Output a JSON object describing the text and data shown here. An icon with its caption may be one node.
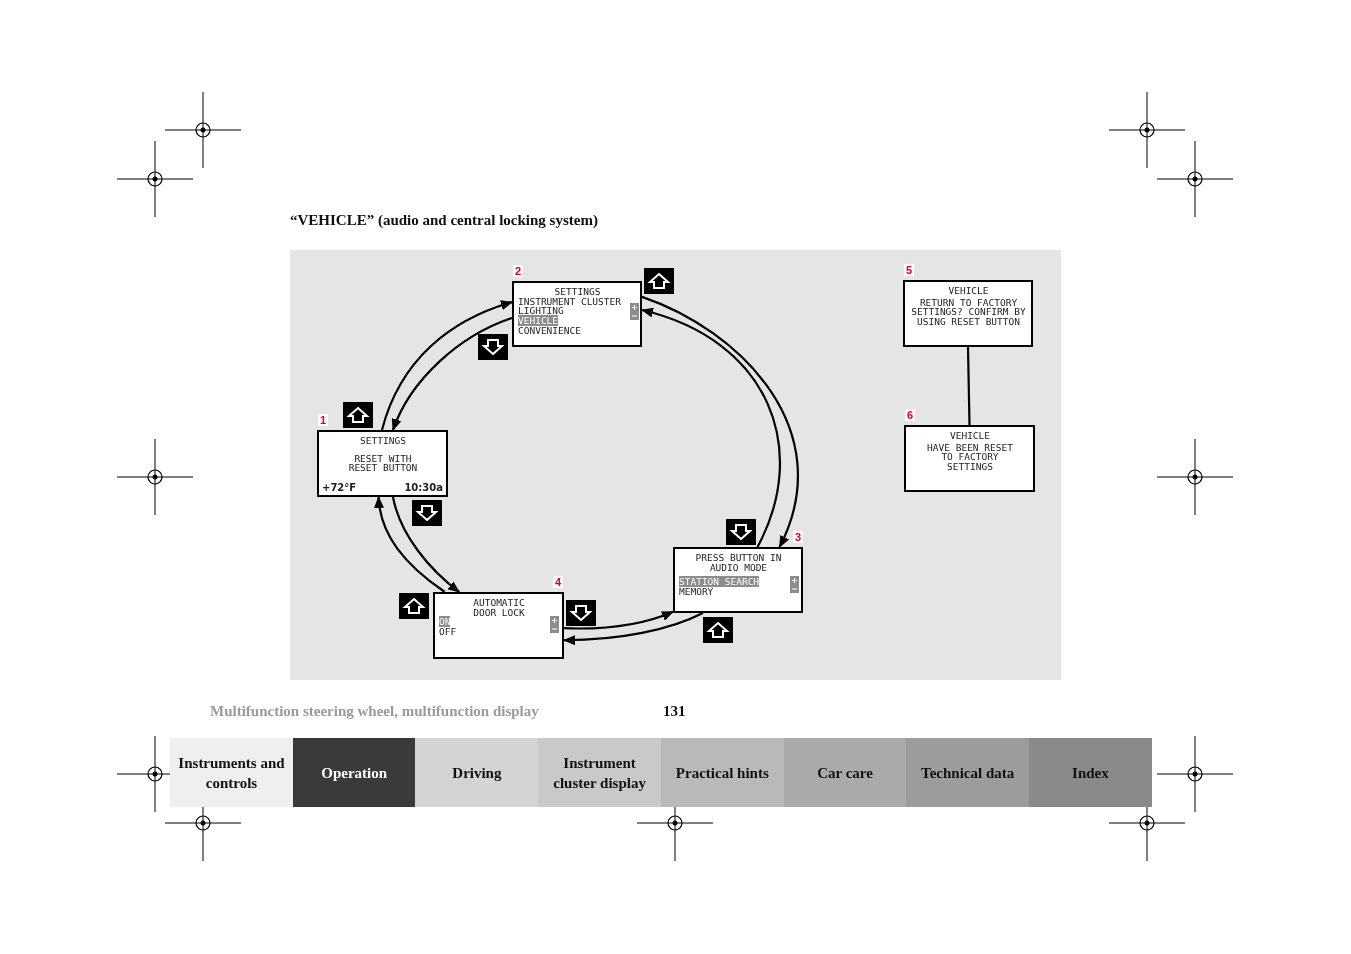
{
  "diagram": {
    "title": "“VEHICLE” (audio and central locking system)",
    "nodes": [
      {
        "text": [
          "SETTINGS",
          "RESET WITH RESET BUTTON",
          "+72°F",
          "10:30a"
        ],
        "beside": [
          "1"
        ]
      },
      {
        "text": [
          "SETTINGS",
          "INSTRUMENT CLUSTER",
          "LIGHTING",
          "VEHICLE",
          "CONVENIENCE"
        ],
        "beside": [
          "2"
        ]
      },
      {
        "text": [
          "PRESS BUTTON IN AUDIO MODE",
          "STATION SEARCH",
          "MEMORY"
        ],
        "beside": [
          "3"
        ]
      },
      {
        "text": [
          "AUTOMATIC DOOR LOCK",
          "ON",
          "OFF"
        ],
        "beside": [
          "4"
        ]
      },
      {
        "text": [
          "VEHICLE",
          "RETURN TO FACTORY SETTINGS? CONFIRM BY USING RESET BUTTON"
        ],
        "beside": [
          "5"
        ]
      },
      {
        "text": [
          "VEHICLE",
          "HAVE BEEN RESET TO FACTORY SETTINGS"
        ],
        "beside": [
          "6"
        ]
      }
    ],
    "edges": [
      {
        "from": 0,
        "to": 1,
        "arrow": "to"
      },
      {
        "from": 1,
        "to": 0,
        "arrow": "to"
      },
      {
        "from": 1,
        "to": 2,
        "arrow": "to"
      },
      {
        "from": 2,
        "to": 1,
        "arrow": "to"
      },
      {
        "from": 3,
        "to": 2,
        "arrow": "to"
      },
      {
        "from": 2,
        "to": 3,
        "arrow": "to"
      },
      {
        "from": 0,
        "to": 3,
        "arrow": "to"
      },
      {
        "from": 3,
        "to": 0,
        "arrow": "to"
      },
      {
        "from": 4,
        "to": 5,
        "arrow": "none"
      }
    ],
    "labels": [
      "Multifunction steering wheel, multifunction display",
      "131",
      "Instruments and controls",
      "Operation",
      "Driving",
      "Instrument cluster display",
      "Practical hints",
      "Car care",
      "Technical data",
      "Index"
    ]
  }
}
